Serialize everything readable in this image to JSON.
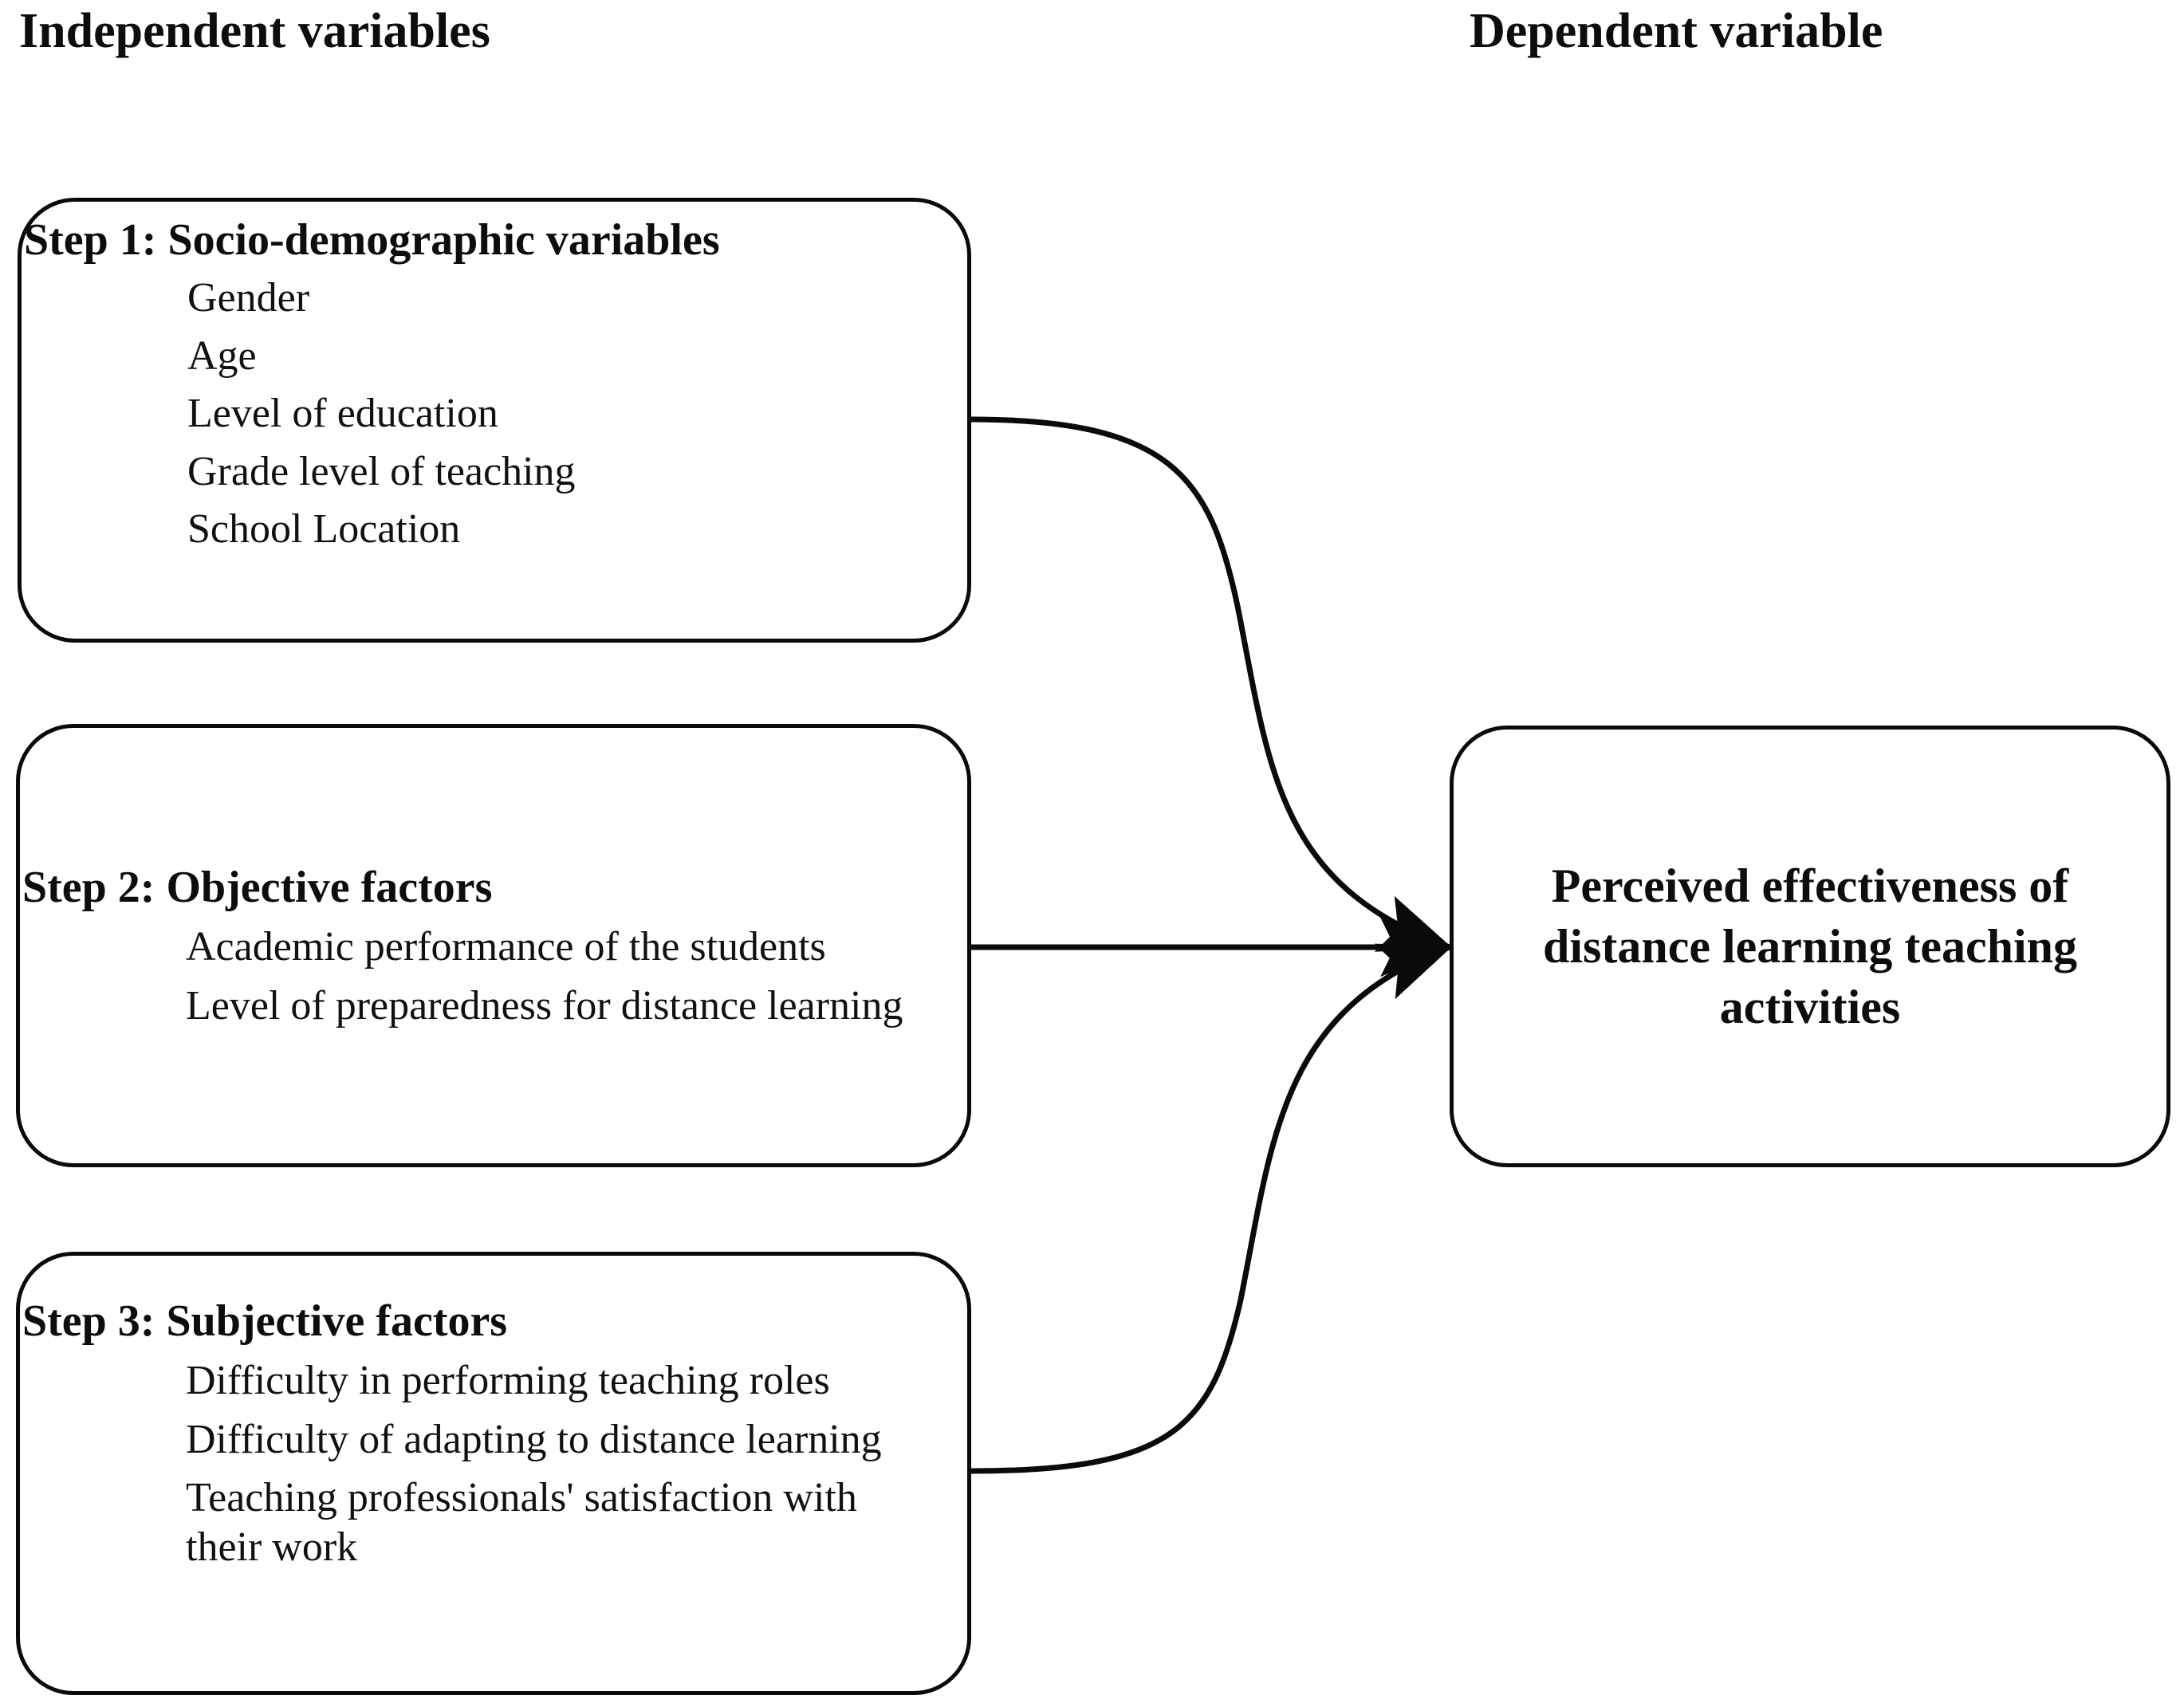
{
  "headers": {
    "independent": "Independent variables",
    "dependent": "Dependent variable"
  },
  "independent_boxes": [
    {
      "id": "step1",
      "title": "Step 1: Socio-demographic variables",
      "items": [
        "Gender",
        "Age",
        "Level of education",
        "Grade level of teaching",
        "School Location"
      ]
    },
    {
      "id": "step2",
      "title": "Step 2: Objective factors",
      "items": [
        "Academic performance of the students",
        "Level of preparedness for distance learning"
      ]
    },
    {
      "id": "step3",
      "title": "Step 3: Subjective factors",
      "items": [
        "Difficulty in performing teaching roles",
        "Difficulty of adapting to distance learning",
        "Teaching professionals' satisfaction with their work"
      ]
    }
  ],
  "dependent_box": {
    "title": "Perceived effectiveness of distance learning teaching activities"
  },
  "connectors": [
    {
      "from": "step1",
      "to": "dependent_box",
      "style": "curved-arrow"
    },
    {
      "from": "step2",
      "to": "dependent_box",
      "style": "straight-arrow"
    },
    {
      "from": "step3",
      "to": "dependent_box",
      "style": "curved-arrow"
    }
  ],
  "colors": {
    "stroke": "#0a0a0a",
    "text": "#0d0d0d",
    "background": "#ffffff"
  }
}
